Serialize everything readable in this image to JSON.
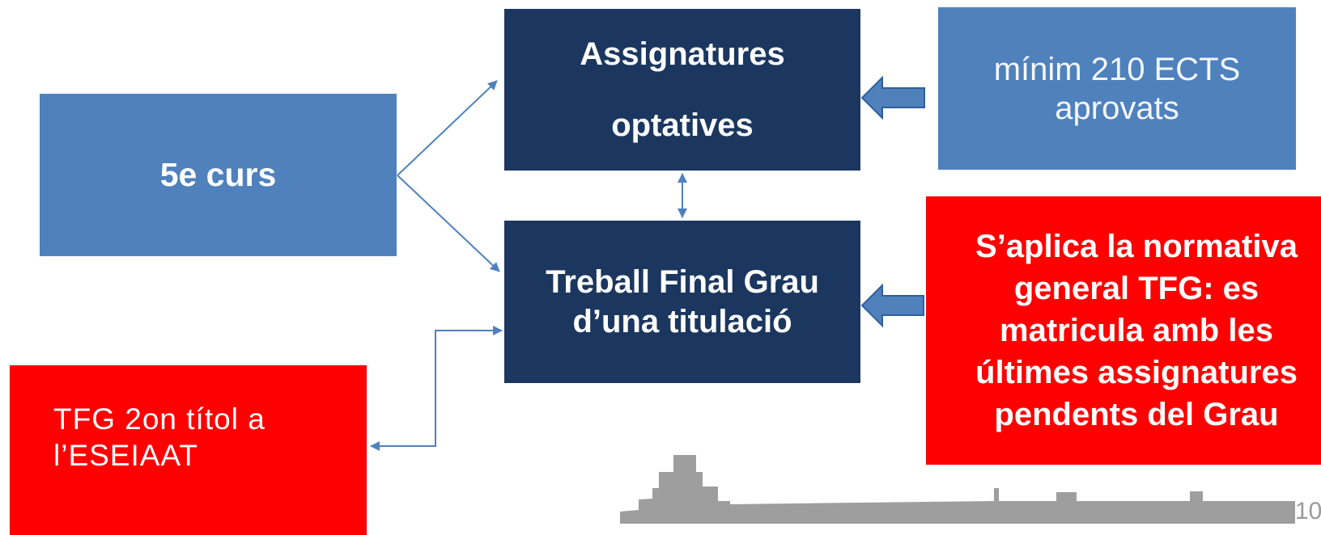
{
  "diagram": {
    "fifth_year": {
      "label": "5e curs"
    },
    "optional_subjects": {
      "line1": "Assignatures",
      "line2": "optatives"
    },
    "final_project": {
      "line1": "Treball Final Grau",
      "line2": "d’una titulació"
    },
    "ects_requirement": {
      "line1": "mínim 210 ECTS",
      "line2": "aprovats"
    },
    "regulation_note": {
      "lines": [
        "S’aplica la normativa",
        "general TFG: es",
        "matricula amb les",
        "últimes assignatures",
        "pendents del Grau"
      ]
    },
    "second_degree": {
      "line1": "TFG 2on títol a",
      "line2": "l’ESEIAAT"
    }
  },
  "page_number": "10",
  "colors": {
    "light_blue": "#4f81bd",
    "dark_blue": "#1b375f",
    "red": "#ff0000",
    "connector": "#4f81bd",
    "ship_silhouette": "#9e9e9e"
  },
  "icons": {
    "left_arrows": "block-arrow-left",
    "ship": "ship-silhouette"
  }
}
